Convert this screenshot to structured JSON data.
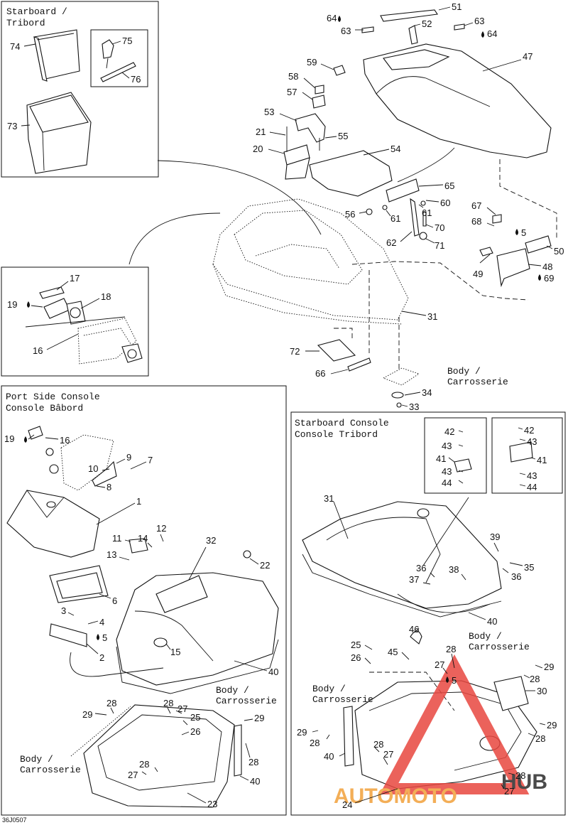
{
  "panels": {
    "starboard_bins": {
      "title_en": "Starboard /",
      "title_fr": "Tribord"
    },
    "port_console": {
      "title_en": "Port Side Console",
      "title_fr": "Console Bâbord"
    },
    "starboard_console": {
      "title_en": "Starboard Console",
      "title_fr": "Console Tribord"
    }
  },
  "body_labels": {
    "en": "Body /",
    "fr": "Carrosserie"
  },
  "part_labels": {
    "p74": "74",
    "p73": "73",
    "p75": "75",
    "p76": "76",
    "p17": "17",
    "p18": "18",
    "p19": "19",
    "p16": "16",
    "p64a": "64",
    "p63a": "63",
    "p51": "51",
    "p52": "52",
    "p63b": "63",
    "p64b": "64",
    "p59": "59",
    "p47": "47",
    "p58": "58",
    "p57": "57",
    "p53": "53",
    "p21": "21",
    "p20": "20",
    "p55": "55",
    "p54": "54",
    "p65": "65",
    "p60": "60",
    "p61a": "61",
    "p56": "56",
    "p61b": "61",
    "p70": "70",
    "p62": "62",
    "p71": "71",
    "p67": "67",
    "p68": "68",
    "p5a": "5",
    "p50": "50",
    "p49": "49",
    "p48": "48",
    "p69": "69",
    "p31a": "31",
    "p72": "72",
    "p66": "66",
    "p34": "34",
    "p33": "33",
    "p19b": "19",
    "p16b": "16",
    "p9": "9",
    "p7": "7",
    "p10": "10",
    "p8": "8",
    "p1": "1",
    "p11": "11",
    "p14": "14",
    "p12": "12",
    "p13": "13",
    "p32": "32",
    "p22": "22",
    "p6": "6",
    "p3": "3",
    "p4": "4",
    "p5b": "5",
    "p2": "2",
    "p15": "15",
    "p40a": "40",
    "p29a": "29",
    "p28a": "28",
    "p28b": "28",
    "p27a": "27",
    "p25a": "25",
    "p26a": "26",
    "p29b": "29",
    "p28c": "28",
    "p27b": "27",
    "p28d": "28",
    "p40b": "40",
    "p23": "23",
    "p42a": "42",
    "p43a": "43",
    "p41a": "41",
    "p43b": "43",
    "p44a": "44",
    "p42b": "42",
    "p43c": "43",
    "p41b": "41",
    "p43d": "43",
    "p44b": "44",
    "p31b": "31",
    "p39": "39",
    "p35": "35",
    "p36a": "36",
    "p37": "37",
    "p38": "38",
    "p36b": "36",
    "p40c": "40",
    "p46": "46",
    "p25b": "25",
    "p26b": "26",
    "p45": "45",
    "p28e": "28",
    "p27c": "27",
    "p5c": "5",
    "p29c": "29",
    "p28f": "28",
    "p30": "30",
    "p29d": "29",
    "p28g": "28",
    "p29e": "29",
    "p28h": "28",
    "p40d": "40",
    "p27d": "27",
    "p28i": "28",
    "p28j": "28",
    "p27e": "27",
    "p24": "24"
  },
  "figure_code": "36J0507",
  "watermark": {
    "text_a": "AUTOMOTO",
    "text_b": "HUB",
    "color_red": "#e8473f",
    "color_orange": "#f2a13a",
    "color_dark": "#2b2b2b"
  }
}
